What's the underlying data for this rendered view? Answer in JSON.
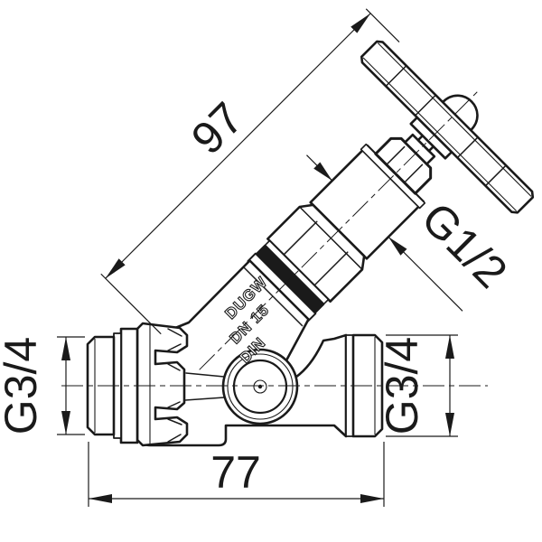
{
  "drawing": {
    "dimensions": {
      "stem_length": "97",
      "body_width": "77",
      "bonnet_thread": "G1/2",
      "left_port_thread": "G3/4",
      "right_port_thread": "G3/4"
    },
    "markings": {
      "line1": "DUGW",
      "line2": "DN 15",
      "line3": "DIN"
    },
    "colors": {
      "ink": "#1a1a1a",
      "background": "#ffffff"
    }
  }
}
